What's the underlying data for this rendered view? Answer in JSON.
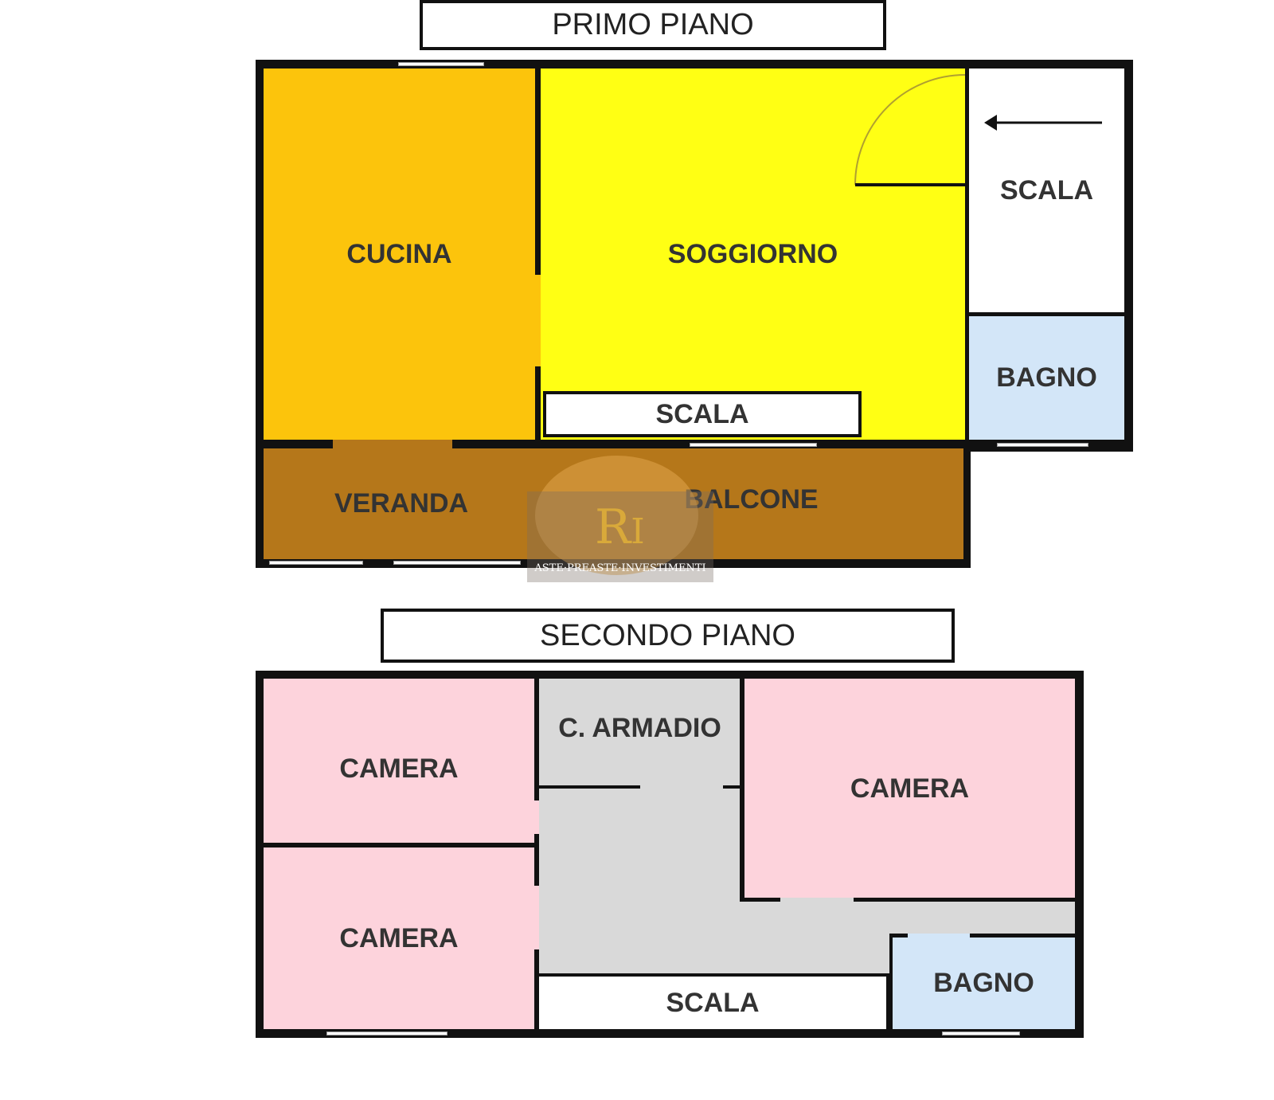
{
  "floors": [
    {
      "title": "PRIMO PIANO",
      "rooms": {
        "cucina": "CUCINA",
        "soggiorno": "SOGGIORNO",
        "scala_right": "SCALA",
        "bagno": "BAGNO",
        "scala_inner": "SCALA",
        "veranda": "VERANDA",
        "balcone": "BALCONE"
      }
    },
    {
      "title": "SECONDO PIANO",
      "rooms": {
        "camera_top_left": "CAMERA",
        "armadio": "C. ARMADIO",
        "camera_right": "CAMERA",
        "camera_bottom_left": "CAMERA",
        "scala": "SCALA",
        "bagno": "BAGNO"
      }
    }
  ],
  "watermark": {
    "text": "ASTE·PREASTE·INVESTIMENTI",
    "logo": "RI"
  },
  "colors": {
    "cucina": "#fcc40c",
    "soggiorno": "#ffff14",
    "bagno": "#d3e6f8",
    "veranda": "#b5771a",
    "camera": "#fdd3dc",
    "corridor": "#d9d9d9"
  }
}
